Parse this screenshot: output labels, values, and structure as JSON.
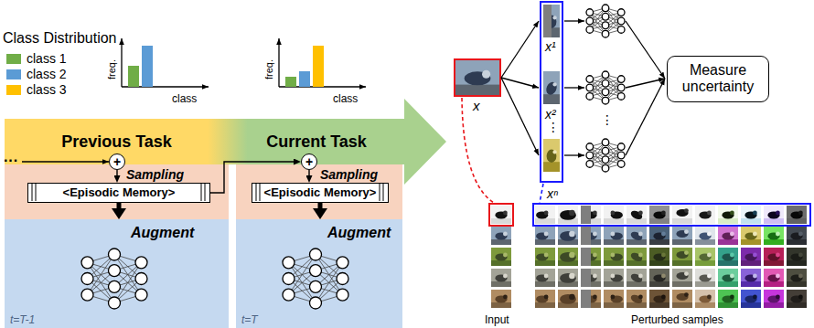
{
  "diagram": {
    "nodes": [
      {
        "text": [
          "Previous Task"
        ]
      },
      {
        "text": [
          "Current Task"
        ]
      },
      {
        "text": [
          "Sampling"
        ]
      },
      {
        "text": [
          "+"
        ]
      },
      {
        "text": [
          "<Episodic Memory>"
        ],
        "in": 2
      },
      {
        "text": [
          "Augment",
          "t=T-1"
        ]
      },
      {
        "text": [
          "Sampling"
        ]
      },
      {
        "text": [
          "+"
        ]
      },
      {
        "text": [
          "<Episodic Memory>"
        ],
        "in": 6
      },
      {
        "text": [
          "Augment",
          "t=T"
        ]
      },
      {
        "text": [
          "Measure uncertainty"
        ]
      }
    ],
    "edges": [
      {
        "from": 3,
        "to": 4,
        "arrow": "to"
      },
      {
        "from": 4,
        "to": 5,
        "arrow": "to"
      },
      {
        "from": 4,
        "to": 7,
        "arrow": "to"
      },
      {
        "from": 7,
        "to": 8,
        "arrow": "to"
      },
      {
        "from": 8,
        "to": 9,
        "arrow": "to"
      }
    ],
    "labels": [
      "Class Distribution",
      "freq.",
      "class",
      "freq.",
      "class",
      "···",
      "x",
      "x¹",
      "x²",
      "⋮",
      "xⁿ",
      "⋮",
      "Input",
      "Perturbed samples"
    ],
    "legend": [
      {
        "text": "class 1",
        "color": "#70ad47"
      },
      {
        "text": "class 2",
        "color": "#5b9bd5"
      },
      {
        "text": "class 3",
        "color": "#ffc000"
      }
    ]
  }
}
